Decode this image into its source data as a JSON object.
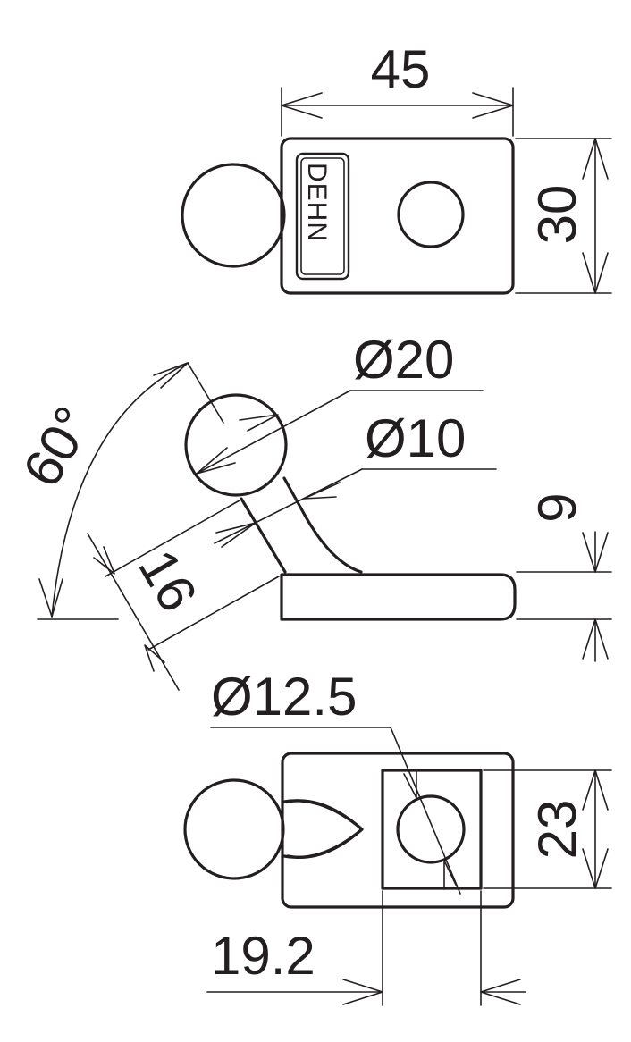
{
  "brand_mark": "DEHN",
  "dimensions": {
    "top_width": "45",
    "top_height": "30",
    "ball_diameter": "Ø20",
    "stem_diameter": "Ø10",
    "base_thickness": "9",
    "angle": "60°",
    "stem_length": "16",
    "hole_diameter": "Ø12.5",
    "square_size": "23",
    "offset": "19.2"
  },
  "colors": {
    "line": "#231f20",
    "background": "#ffffff"
  }
}
